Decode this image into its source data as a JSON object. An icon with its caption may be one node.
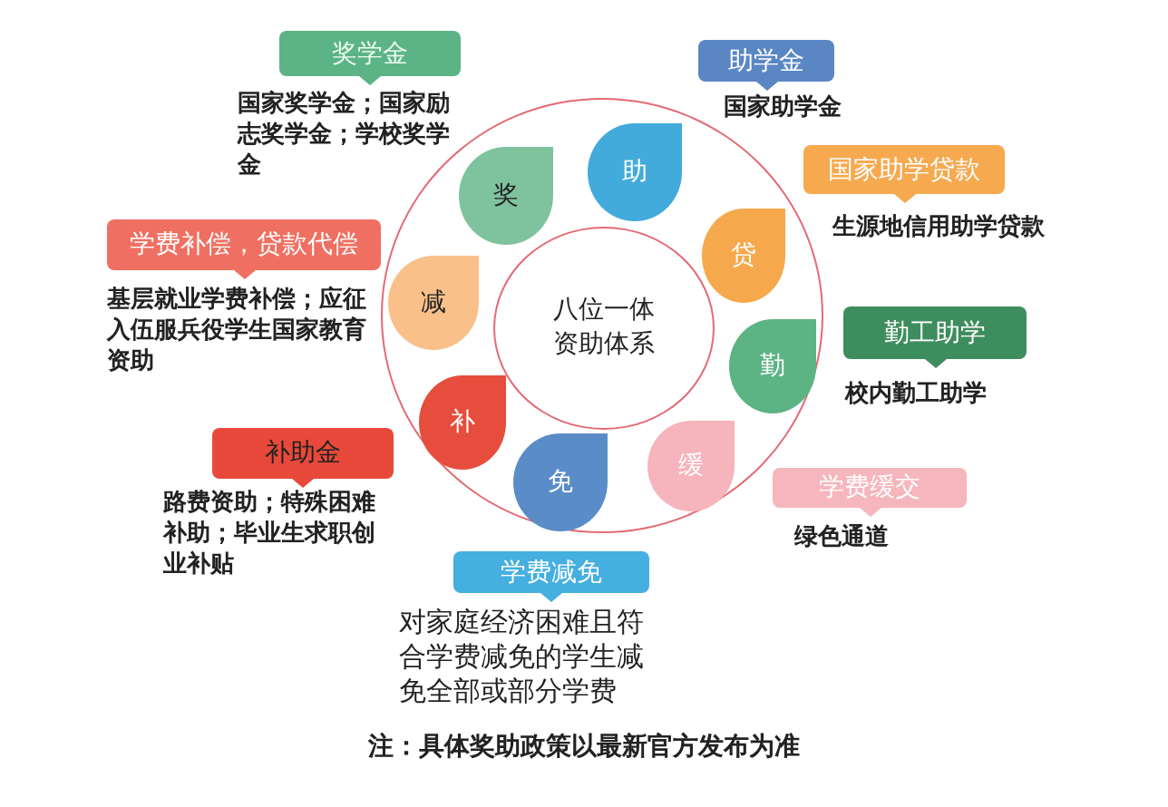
{
  "diagram": {
    "nodes": [
      {
        "text": [],
        "shape": "circle"
      },
      {
        "text": [
          "八位一体资助体系"
        ],
        "in": 0
      },
      {
        "text": [
          "奖"
        ],
        "in": 0
      },
      {
        "text": [
          "助"
        ],
        "in": 0
      },
      {
        "text": [
          "贷"
        ],
        "in": 0
      },
      {
        "text": [
          "勤"
        ],
        "in": 0
      },
      {
        "text": [
          "缓"
        ],
        "in": 0
      },
      {
        "text": [
          "免"
        ],
        "in": 0
      },
      {
        "text": [
          "补"
        ],
        "in": 0
      },
      {
        "text": [
          "减"
        ],
        "in": 0
      },
      {
        "text": [
          "奖学金"
        ],
        "beside": [
          "国家奖学金；国家励志奖学金；学校奖学金"
        ]
      },
      {
        "text": [
          "助学金"
        ],
        "beside": [
          "国家助学金"
        ]
      },
      {
        "text": [
          "学费补偿，贷款代偿"
        ],
        "beside": [
          "基层就业学费补偿；应征入伍服兵役学生国家教育资助"
        ]
      },
      {
        "text": [
          "国家助学贷款"
        ],
        "beside": [
          "生源地信用助学贷款"
        ]
      },
      {
        "text": [
          "勤工助学"
        ],
        "beside": [
          "校内勤工助学"
        ]
      },
      {
        "text": [
          "补助金"
        ],
        "beside": [
          "路费资助；特殊困难补助；毕业生求职创业补贴"
        ]
      },
      {
        "text": [
          "学费缓交"
        ],
        "beside": [
          "绿色通道"
        ]
      },
      {
        "text": [
          "学费减免"
        ],
        "beside": [
          "对家庭经济困难且符合学费减免的学生减免全部或部分学费"
        ]
      }
    ],
    "labels": [
      "注：具体奖助政策以最新官方发布为准"
    ]
  }
}
